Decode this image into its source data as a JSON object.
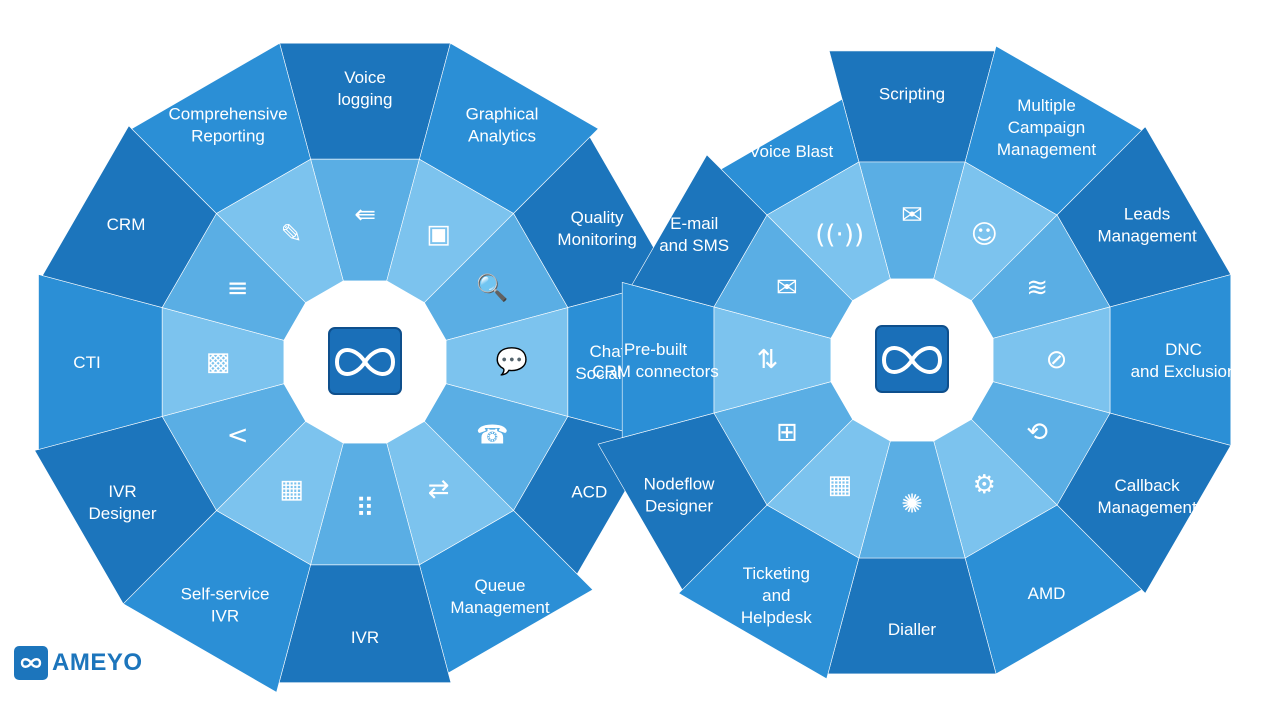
{
  "brand": {
    "name": "AMEYO"
  },
  "colors": {
    "outer_a": "#1c75bc",
    "outer_b": "#2b8fd6",
    "inner_a": "#5aaee4",
    "inner_b": "#7cc3ee",
    "hub": "#ffffff",
    "logo_tile": "#1a6fb8"
  },
  "left_wheel": {
    "segments": [
      {
        "label": [
          "Voice",
          "logging"
        ],
        "icon": "reply-all-icon",
        "glyph": "⇚"
      },
      {
        "label": [
          "Graphical",
          "Analytics"
        ],
        "icon": "presentation-chart-icon",
        "glyph": "▣"
      },
      {
        "label": [
          "Quality",
          "Monitoring"
        ],
        "icon": "document-search-icon",
        "glyph": "🔍"
      },
      {
        "label": [
          "Chat and",
          "Social Media"
        ],
        "icon": "chat-bubbles-icon",
        "glyph": "💬"
      },
      {
        "label": [
          "ACD"
        ],
        "icon": "phone-icon",
        "glyph": "☎"
      },
      {
        "label": [
          "Queue",
          "Management"
        ],
        "icon": "shuffle-icon",
        "glyph": "⇄"
      },
      {
        "label": [
          "IVR"
        ],
        "icon": "keypad-icon",
        "glyph": "⠿"
      },
      {
        "label": [
          "Self-service",
          "IVR"
        ],
        "icon": "calculator-icon",
        "glyph": "▦"
      },
      {
        "label": [
          "IVR",
          "Designer"
        ],
        "icon": "share-icon",
        "glyph": "<"
      },
      {
        "label": [
          "CTI"
        ],
        "icon": "paint-icon",
        "glyph": "▩"
      },
      {
        "label": [
          "CRM"
        ],
        "icon": "database-icon",
        "glyph": "≡"
      },
      {
        "label": [
          "Comprehensive",
          "Reporting"
        ],
        "icon": "edit-icon",
        "glyph": "✎"
      }
    ]
  },
  "right_wheel": {
    "segments": [
      {
        "label": [
          "Scripting"
        ],
        "icon": "scroll-icon",
        "glyph": "✉"
      },
      {
        "label": [
          "Multiple",
          "Campaign",
          "Management"
        ],
        "icon": "group-icon",
        "glyph": "☺"
      },
      {
        "label": [
          "Leads",
          "Management"
        ],
        "icon": "layers-icon",
        "glyph": "≋"
      },
      {
        "label": [
          "DNC",
          "and Exclusion"
        ],
        "icon": "block-icon",
        "glyph": "⊘"
      },
      {
        "label": [
          "Callback",
          "Management"
        ],
        "icon": "callback-icon",
        "glyph": "⟲"
      },
      {
        "label": [
          "AMD"
        ],
        "icon": "steam-icon",
        "glyph": "⚙"
      },
      {
        "label": [
          "Dialler"
        ],
        "icon": "ubuntu-icon",
        "glyph": "✺"
      },
      {
        "label": [
          "Ticketing",
          "and",
          "Helpdesk"
        ],
        "icon": "grid-icon",
        "glyph": "▦"
      },
      {
        "label": [
          "Nodeflow",
          "Designer"
        ],
        "icon": "nodes-icon",
        "glyph": "⊞"
      },
      {
        "label": [
          "Pre-built",
          "CRM connectors"
        ],
        "icon": "connect-icon",
        "glyph": "⇅"
      },
      {
        "label": [
          "E-mail",
          "and SMS"
        ],
        "icon": "mail-icon",
        "glyph": "✉"
      },
      {
        "label": [
          "Voice Blast"
        ],
        "icon": "broadcast-icon",
        "glyph": "((·))"
      }
    ]
  }
}
